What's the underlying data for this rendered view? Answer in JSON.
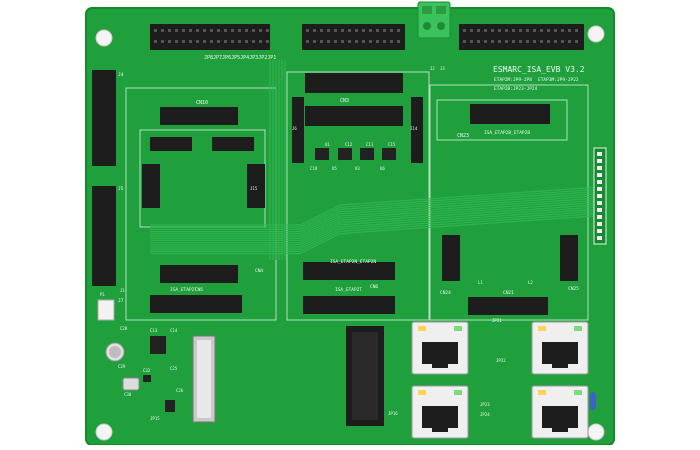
{
  "board": {
    "title": "ESMARC_ISA_EVB V3.2",
    "top_pin_labels": "JP8JP7JP6JP5JP4JP3JP2JP1",
    "jumper_notes": [
      "ETAP2M:JP9-JP8",
      "ETAP3M:JP9-JP22",
      "ETAP2B:JP23-JP24"
    ],
    "left_connector_labels": [
      "J4",
      "J5",
      "J7"
    ],
    "module_labels": {
      "cn_upper_center": "CN3",
      "cn_left_upper": "CN10",
      "cn_right_upper": "CN23",
      "isa_right": "ISA_ETAP2B_ETAP2B",
      "isa_center": "ISA_ETAP2N_ETAP2N",
      "cn_center_low": "CN6",
      "cn_left_low": "CN5",
      "cn_left_mid": "CN4",
      "cn_right_low": "CN24",
      "cn_right_edge": "CN25",
      "cn_right_lower": "CN21",
      "isa_left_low": "ISA_ETAP2T",
      "isa_center_low": "ISA_ETAP2T"
    },
    "small_labels": [
      "U1",
      "C12",
      "C11",
      "C15",
      "C18",
      "U5",
      "U3",
      "U6",
      "C13",
      "C14",
      "C32",
      "C25",
      "C26",
      "C28",
      "C29",
      "C30",
      "JP15",
      "JP16",
      "JP21",
      "JP22",
      "JP23",
      "JP24",
      "L1",
      "L2",
      "P1",
      "J1",
      "J2",
      "J3",
      "J6",
      "J14",
      "J15"
    ]
  },
  "colors": {
    "pcb": "#1fa03d",
    "pcb_dark": "#15802d",
    "trace": "#2fbf52",
    "silk": "#e9f5ea",
    "header": "#1d1d1d",
    "header_pin": "#3a3a3a",
    "rj45": "#f2f2f2",
    "terminal": "#39c45a",
    "chip": "#222222"
  }
}
